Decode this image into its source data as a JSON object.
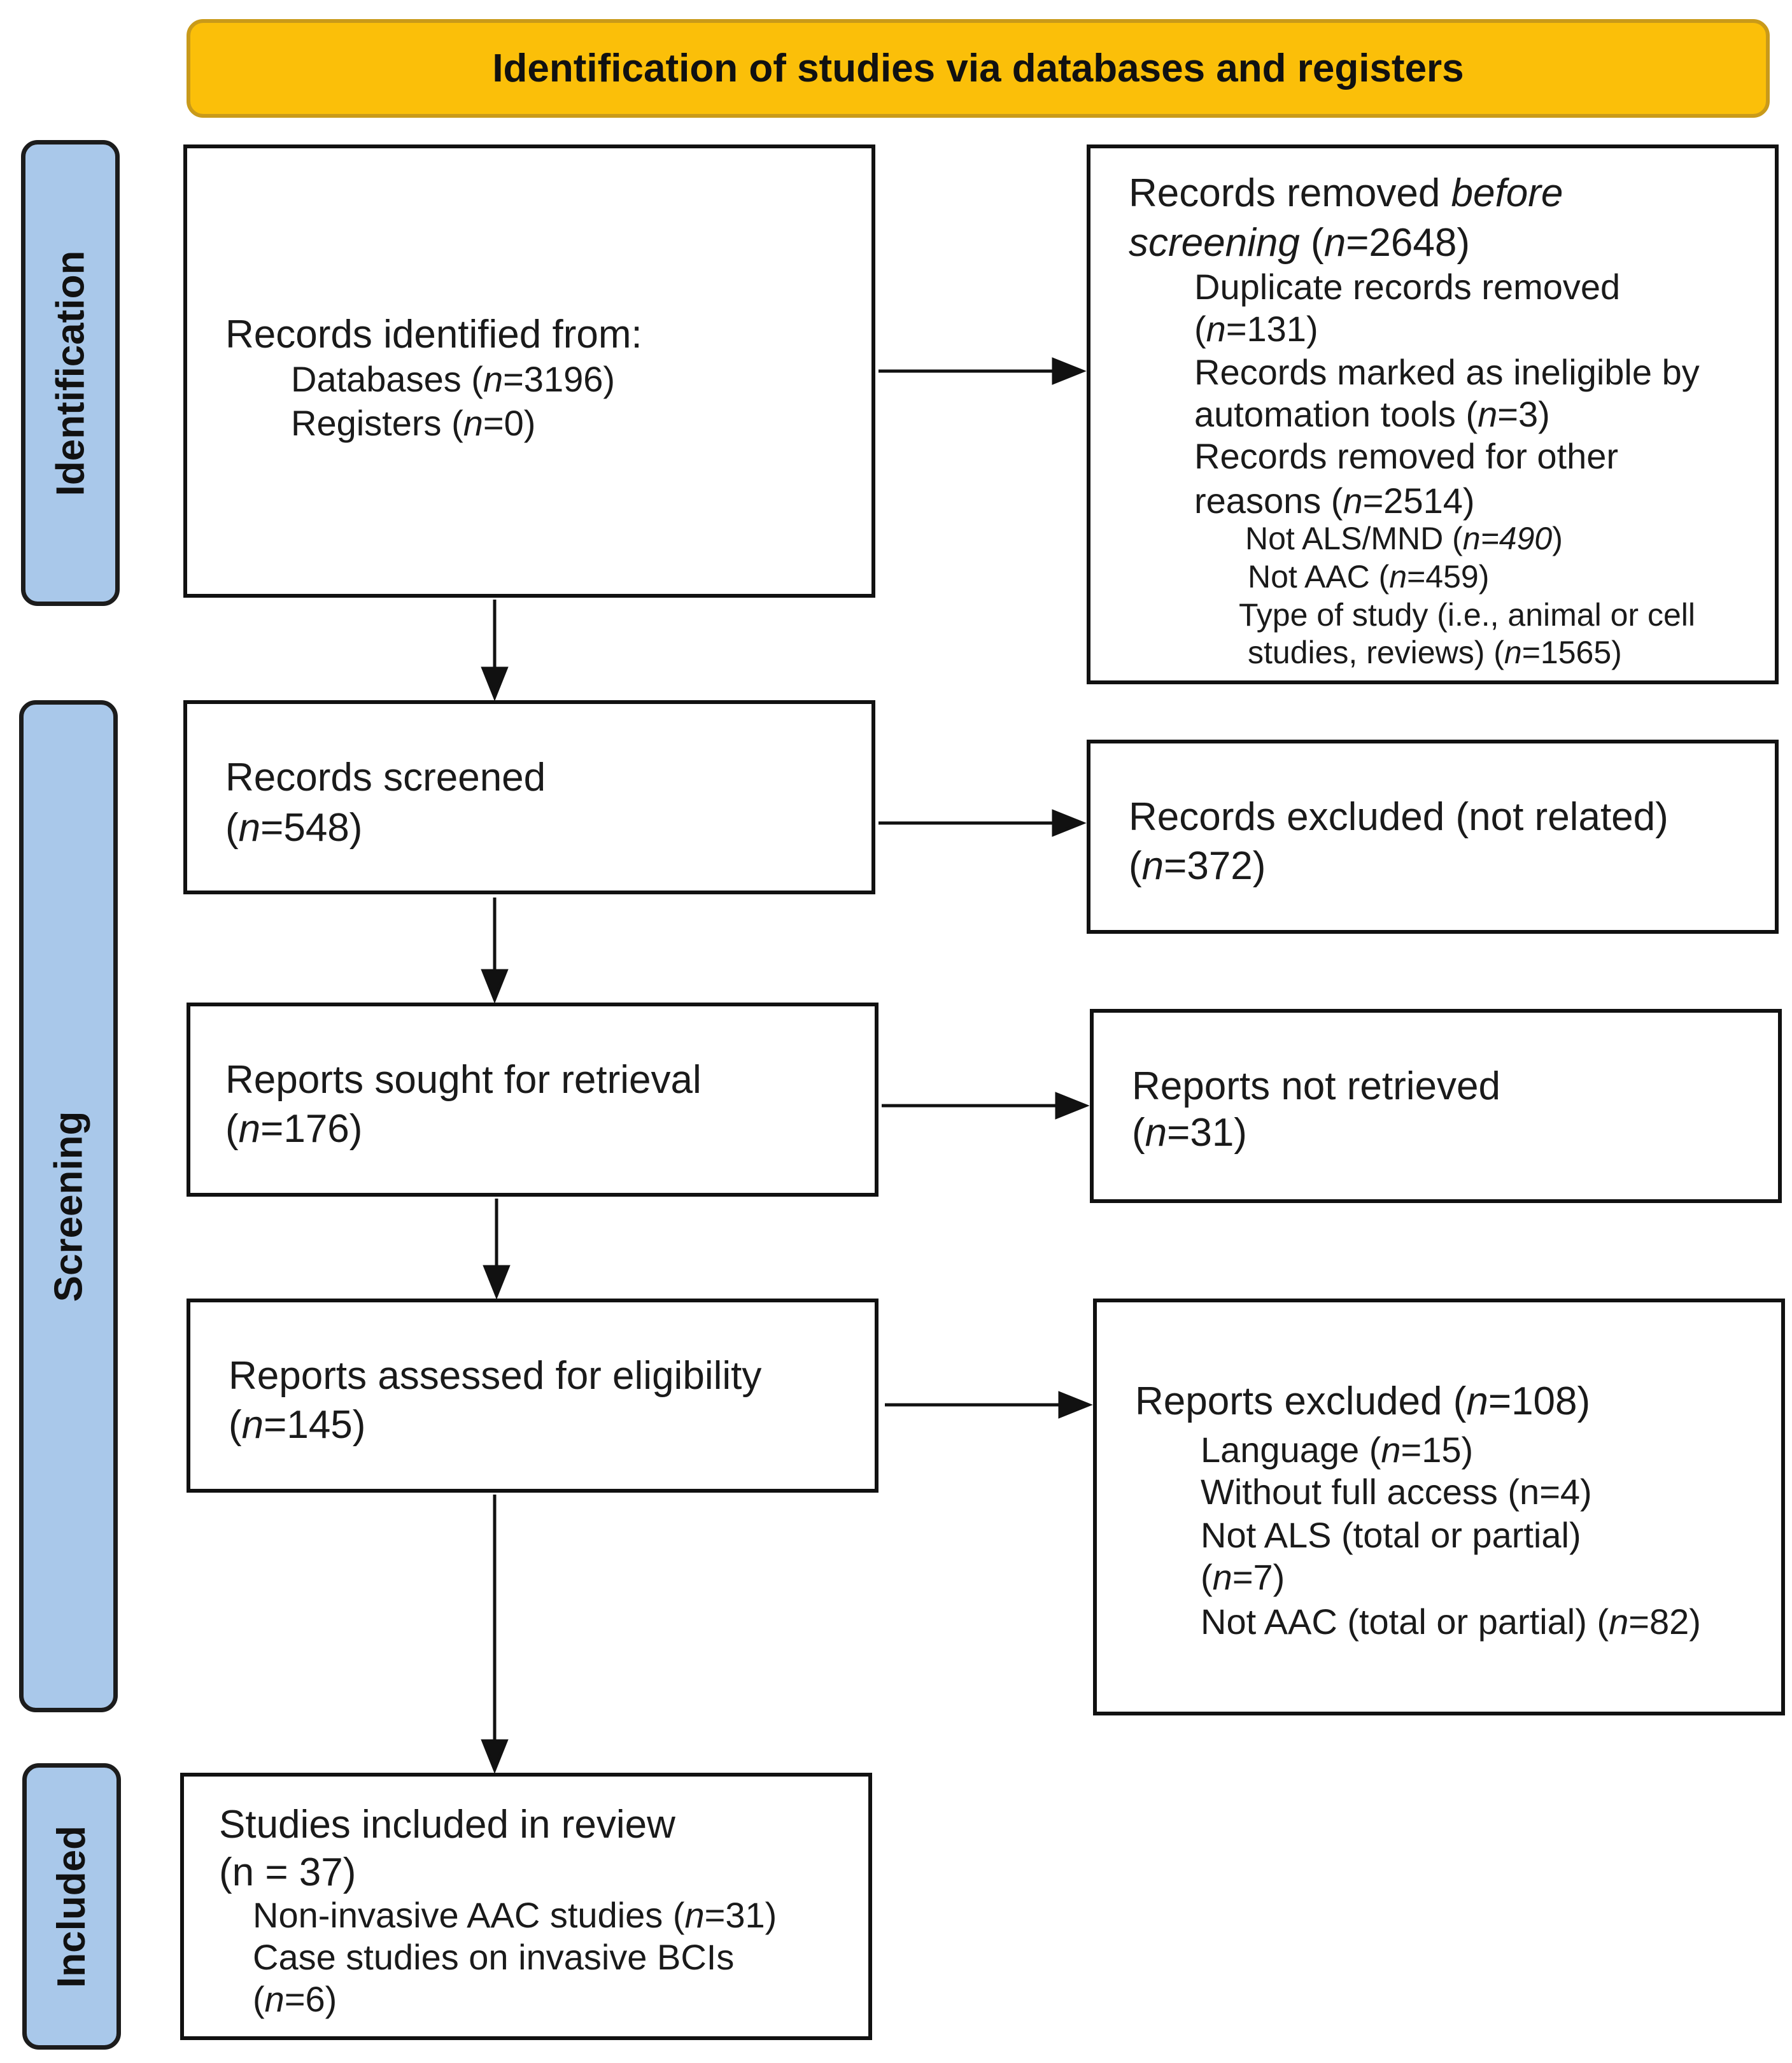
{
  "header": {
    "title": "Identification of studies via databases and registers"
  },
  "stages": {
    "identification": "Identification",
    "screening": "Screening",
    "included": "Included"
  },
  "identified": {
    "heading": "Records identified from:",
    "databases_label": "Databases (",
    "databases_value": "=3196)",
    "registers_label": "Registers (",
    "registers_value": "=0)"
  },
  "removed": {
    "line1_a": "Records removed ",
    "line1_b": "before",
    "line2_a": "screening",
    "line2_b": " (",
    "line2_c": "=2648)",
    "dup_label": "Duplicate records removed",
    "dup_value_a": "(",
    "dup_value_b": "=131)",
    "auto_label": "Records marked as ineligible by",
    "auto_value_a": "automation tools (",
    "auto_value_b": "=3)",
    "other_label": "Records removed for other",
    "other_value_a": "reasons (",
    "other_value_b": "=2514)",
    "not_als_a": "Not ALS/MND (",
    "not_als_b": "=490",
    "not_als_c": ")",
    "not_aac_a": "Not AAC (",
    "not_aac_b": "=459)",
    "type_line1": "Type of study (i.e., animal or cell",
    "type_line2_a": "studies, reviews) (",
    "type_line2_b": "=1565)"
  },
  "screened": {
    "label": "Records screened",
    "value_a": "(",
    "value_b": "=548)"
  },
  "excluded": {
    "label": "Records excluded (not related)",
    "value_a": "(",
    "value_b": "=372)"
  },
  "sought": {
    "label": "Reports sought for retrieval",
    "value_a": "(",
    "value_b": "=176)"
  },
  "not_retrieved": {
    "label": "Reports not retrieved",
    "value_a": "(",
    "value_b": "=31)"
  },
  "assessed": {
    "label": "Reports assessed for eligibility",
    "value_a": "(",
    "value_b": "=145)"
  },
  "reports_excluded": {
    "heading_a": "Reports excluded (",
    "heading_b": "=108)",
    "language_a": "Language (",
    "language_b": "=15)",
    "access": "Without full access (n=4)",
    "not_als_label": "Not ALS (total or partial)",
    "not_als_value_a": "(",
    "not_als_value_b": "=7)",
    "not_aac_a": "Not AAC (total or partial) (",
    "not_aac_b": "=82)"
  },
  "included": {
    "heading": "Studies included in review",
    "total": "(n = 37)",
    "noninvasive_a": "Non-invasive AAC studies (",
    "noninvasive_b": "=31)",
    "case_label": "Case studies on invasive BCIs",
    "case_value_a": "(",
    "case_value_b": "=6)"
  },
  "n_symbol": "n"
}
